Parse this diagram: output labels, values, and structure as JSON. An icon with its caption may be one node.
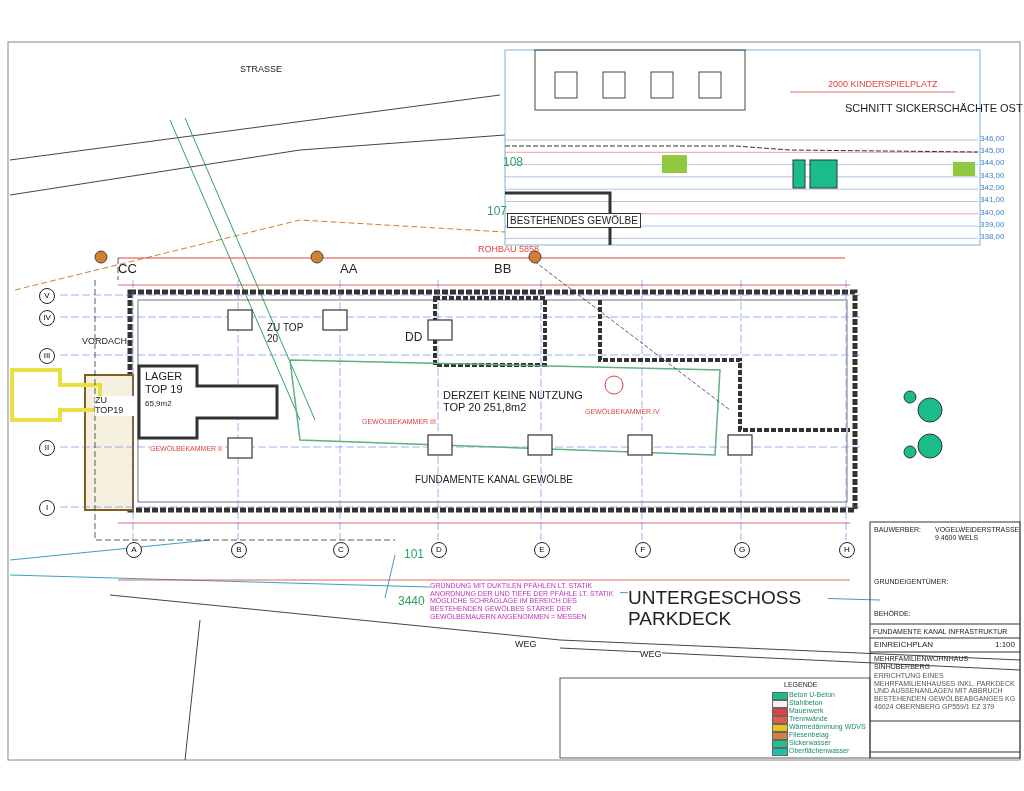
{
  "diagram": {
    "title": "UNTERGESCHOSS PARKDECK",
    "nodes": [
      {
        "text": [
          "LAGER TOP 19",
          "65,9m2"
        ]
      }
    ],
    "labels": [
      "STRASSE",
      "2000 KINDERSPIELPLATZ",
      "SCHNITT SICKERSCHÄCHTE OST",
      "108",
      "107",
      "BESTEHENDES GEWÖLBE",
      "346,00",
      "345,00",
      "344,00",
      "343,00",
      "342,00",
      "341,00",
      "340,00",
      "339,00",
      "338,00",
      "ROHBAU 5858",
      "CC",
      "AA",
      "BB",
      "V",
      "IV",
      "VORDACH",
      "III",
      "ZU TOP19",
      "II",
      "I",
      "ZU TOP 20",
      "DD",
      "DERZEIT KEINE NUTZUNG TOP 20 251,8m2",
      "GEWÖLBEKAMMER II",
      "GEWÖLBEKAMMER III",
      "GEWÖLBEKAMMER IV",
      "FUNDAMENTE KANAL GEWÖLBE",
      "A",
      "B",
      "C",
      "D",
      "E",
      "F",
      "G",
      "H",
      "101",
      "3440",
      "GRÜNDUNG MIT DUKTILEN PFÄHLEN LT. STATIK ANORDNUNG DER UND TIEFE DER PFÄHLE LT. STATIK MÖGLICHE SCHRÄGLAGE IM BEREICH DES BESTEHENDEN GEWÖLBES STÄRKE DER GEWÖLBEMAUERN ANGENOMMEN = MESSEN",
      "WEG",
      "WEG",
      "LEGENDE",
      "BAUWERBER:",
      "VOGELWEIDERSTRASSE 9 4600 WELS",
      "GRUNDEIGENTÜMER:",
      "BEHÖRDE:",
      "FUNDAMENTE KANAL INFRASTRUKTUR",
      "EINREICHPLAN",
      "1:100",
      "MEHRFAMILIENWOHNHAUS SINHUBERBERG",
      "ERRICHTUNG EINES MEHRFAMILIENHAUSES INKL. PARKDECK UND AUSSENANLAGEN MIT ABBRUCH BESTEHENDEN GEWÖLBEABGANGES KG 46024 OBERNBERG GP559/1 EZ 379"
    ],
    "legend": [
      {
        "text": "Beton U-Beton",
        "color": "#1abc8c"
      },
      {
        "text": "Stahlbeton",
        "color": "#f2f2f2"
      },
      {
        "text": "Mauerwerk",
        "color": "#e04040"
      },
      {
        "text": "Trennwände",
        "color": "#e05a50"
      },
      {
        "text": "Wärmedämmung WDVS",
        "color": "#e8c020"
      },
      {
        "text": "Fliesenbelag",
        "color": "#d08040"
      },
      {
        "text": "Sickerwasser",
        "color": "#20c090"
      },
      {
        "text": "Oberflächenwasser",
        "color": "#20c0a8"
      }
    ]
  }
}
